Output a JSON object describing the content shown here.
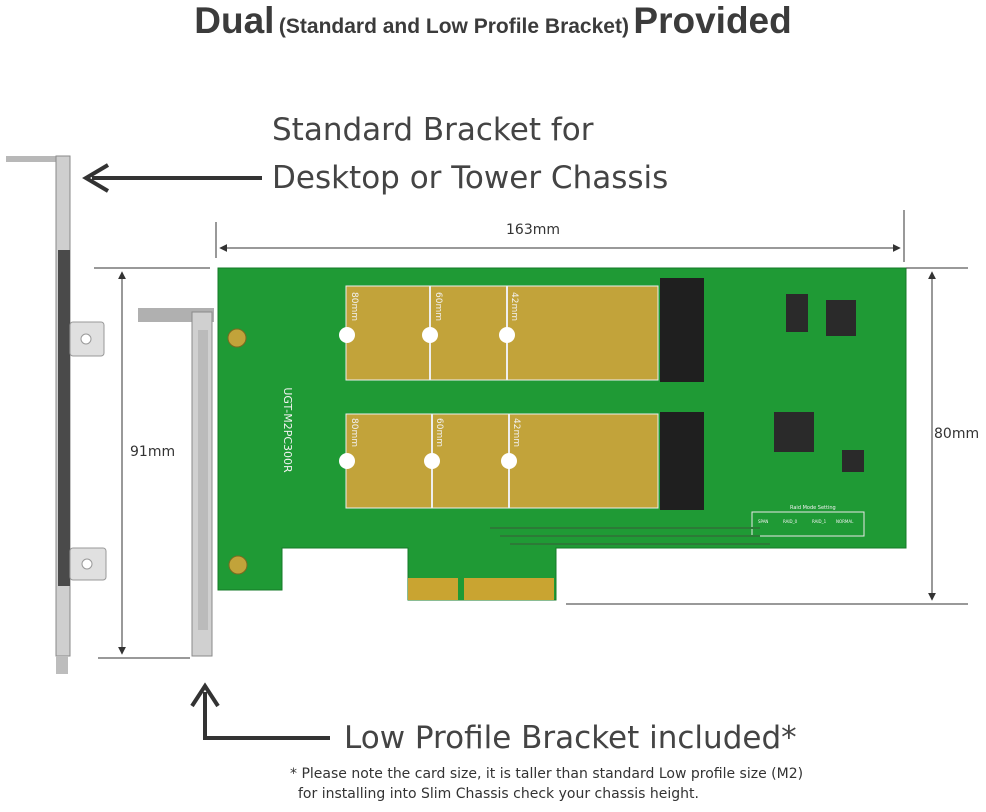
{
  "title": {
    "word_left": "Dual",
    "middle": "(Standard and Low Profile Bracket)",
    "word_right": "Provided"
  },
  "standard_callout": {
    "line1": "Standard Bracket for",
    "line2": "Desktop or Tower Chassis"
  },
  "low_profile_callout": {
    "label": "Low Profile Bracket included*"
  },
  "note": {
    "line1": "* Please note the card size, it is taller than standard Low profile size (M2)",
    "line2": "for installing into Slim Chassis check your chassis height."
  },
  "dimensions": {
    "width": "163mm",
    "bracket_height": "91mm",
    "card_height": "80mm"
  },
  "pcb": {
    "model": "UGT-M2PC300R",
    "slot_sizes": [
      "80mm",
      "60mm",
      "42mm"
    ],
    "raid_label": "Raid Mode Setting",
    "raid_modes": [
      "SPAN",
      "RAID_0",
      "RAID_1",
      "NORMAL"
    ],
    "colors": {
      "board": "#1f9a35",
      "gold": "#c2a33a",
      "bracket": "#c8c8c8"
    }
  }
}
